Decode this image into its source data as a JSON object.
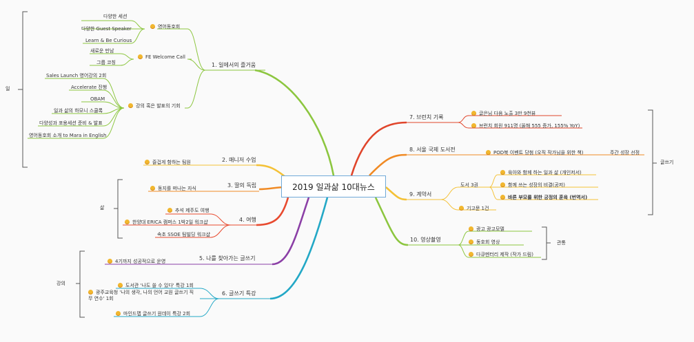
{
  "center_title": "2019 일과삶 10대뉴스",
  "groups": {
    "work": "일",
    "life": "삶",
    "lecture": "강의",
    "writing": "글쓰기",
    "relation": "관통"
  },
  "branches": {
    "b1": "1. 일에서의 즐거움",
    "b2": "2. 매니저 수업",
    "b3": "3. 딸의 독립",
    "b4": "4. 여행",
    "b5": "5. 나를 찾아가는 글쓰기",
    "b6": "6. 글쓰기 특강",
    "b7": "7. 브런치 기록",
    "b8": "8. 서울 국제 도서전",
    "b9": "9. 계약서",
    "b10": "10. 영상촬영"
  },
  "sub": {
    "english_club": "영어동호회",
    "fe_call": "FE Welcome Call",
    "lecture_chance": "강의 혹은 발표의 기회",
    "hiring": "즐겁게 함하는 팀원",
    "letter": "동지를 떠나는 자식",
    "jeju": "추석 제주도 여행",
    "erica": "한양대 ERICA 캠퍼스 1박2일 워크샵",
    "ssoe": "속초 SSOE 팀빌딩 워크샵",
    "four_season": "4기까지 성공적으로 운영",
    "lib": "도서관 '나도 쓸 수 있다' 특강 1회",
    "gwangju": "광주교육청 '나의 생각, 나의 언어 교원 글쓰기 직무 연수' 1회",
    "mindful": "마인드맵 글쓰기 원데이 특강 2회",
    "brunch_views": "글은님 다음 노출 3만 9천뷰",
    "brunch_members": "브런치 회원 911명 (올해 555 증가, 155% YoY)",
    "pod": "POD북 이벤트 당첨 (오직 작가님을 위한 책)",
    "weekly": "주간 성장 선정",
    "books3": "도서 3권",
    "book_a": "육아와 함께 하는 일과 삶 (개인저서)",
    "book_b": "함께 쓰는 성장의 비결(공저)",
    "book_c": "바른 부모를 위한 긍정의 훈육 (번역서)",
    "contrib": "기고문 1건",
    "ad": "광고 광고모델",
    "club_video": "동호회 영상",
    "docu": "다큐멘터리 제작 (작가 드림)"
  },
  "leaves": {
    "el1": "다양한 세션",
    "el2": "다양한 Guest Speaker",
    "el3": "Learn & Be Curious",
    "fe1": "새로운 만남",
    "fe2": "그룹 코칭",
    "lc1": "Sales Launch 영어강의 2회",
    "lc2": "Accelerate 진행",
    "lc3": "OBAM",
    "lc4": "일과 삶의 하모니 스쿨록",
    "lc5": "다양성과 포용세션 준비 & 발표",
    "lc6": "영어동호회 소개 to Mara in English"
  },
  "colors": {
    "b1": "#8cc63f",
    "b2": "#f4c136",
    "b3": "#f08a24",
    "b4": "#e84a2f",
    "b5": "#8b3fa6",
    "b6": "#23a8c6",
    "b7": "#e0452b",
    "b8": "#f08a24",
    "b9": "#f4c136",
    "b10": "#8cc63f",
    "center_border": "#6fa9d8"
  }
}
